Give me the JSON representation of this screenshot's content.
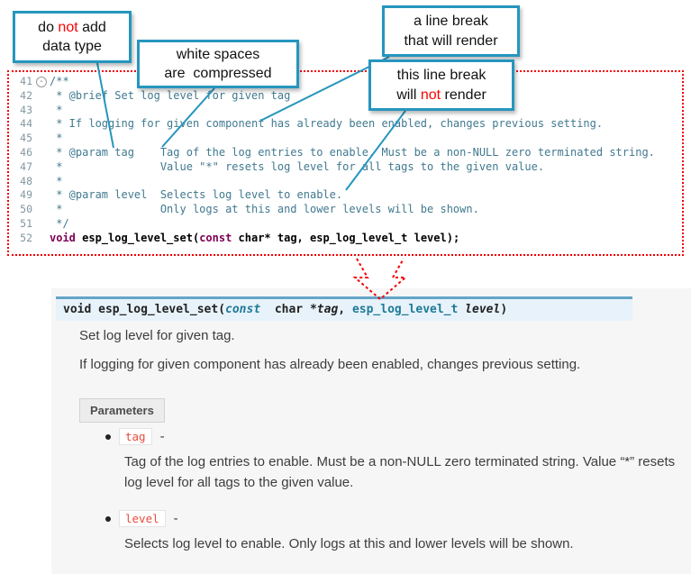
{
  "callouts": {
    "box1": {
      "line1_pre": "do ",
      "line1_em": "not",
      "line1_post": " add",
      "line2": "data type"
    },
    "box2": {
      "line1": "white spaces",
      "line2": "are  compressed"
    },
    "box3": {
      "line1": "a line break",
      "line2": "that will render"
    },
    "box4": {
      "line1": "this line break",
      "line2_pre": "will ",
      "line2_em": "not",
      "line2_post": " render"
    }
  },
  "editor": {
    "lines": [
      {
        "num": "41",
        "fold": "-",
        "text": "/**"
      },
      {
        "num": "42",
        "text": " * @brief Set log level for given tag"
      },
      {
        "num": "43",
        "text": " *"
      },
      {
        "num": "44",
        "text": " * If logging for given component has already been enabled, changes previous setting."
      },
      {
        "num": "45",
        "text": " *"
      },
      {
        "num": "46",
        "text": " * @param tag    Tag of the log entries to enable. Must be a non-NULL zero terminated string."
      },
      {
        "num": "47",
        "text": " *               Value \"*\" resets log level for all tags to the given value."
      },
      {
        "num": "48",
        "text": " *"
      },
      {
        "num": "49",
        "text": " * @param level  Selects log level to enable."
      },
      {
        "num": "50",
        "text": " *               Only logs at this and lower levels will be shown."
      },
      {
        "num": "51",
        "text": " */"
      },
      {
        "num": "52",
        "kw1": "void",
        "t1": " esp_log_level_set(",
        "kw2": "const",
        "t2": " char* tag, esp_log_level_t level);"
      }
    ]
  },
  "docs": {
    "signature": {
      "ret": "void ",
      "name": "esp_log_level_set",
      "open_paren": "(",
      "const_kw": "const",
      "char_type": "  char *",
      "param1": "tag",
      "comma": ", ",
      "type2": "esp_log_level_t ",
      "param2": "level",
      "close_paren": ")"
    },
    "brief": "Set log level for given tag.",
    "details": "If logging for given component has already been enabled, changes previous setting.",
    "parameters_label": "Parameters",
    "params": [
      {
        "name": "tag",
        "dash": "-",
        "desc": "Tag of the log entries to enable. Must be a non-NULL zero terminated string. Value “*” resets log level for all tags to the given value."
      },
      {
        "name": "level",
        "dash": "-",
        "desc": "Selects log level to enable. Only logs at this and lower levels will be shown."
      }
    ]
  },
  "colors": {
    "callout_border": "#2596be",
    "comment_text": "#40798f",
    "keyword": "#7F0055",
    "arrow_red": "#f20000",
    "signature_bg": "#e7f2fa",
    "signature_border": "#64a5c8",
    "param_chip_text": "#e74c3c"
  }
}
